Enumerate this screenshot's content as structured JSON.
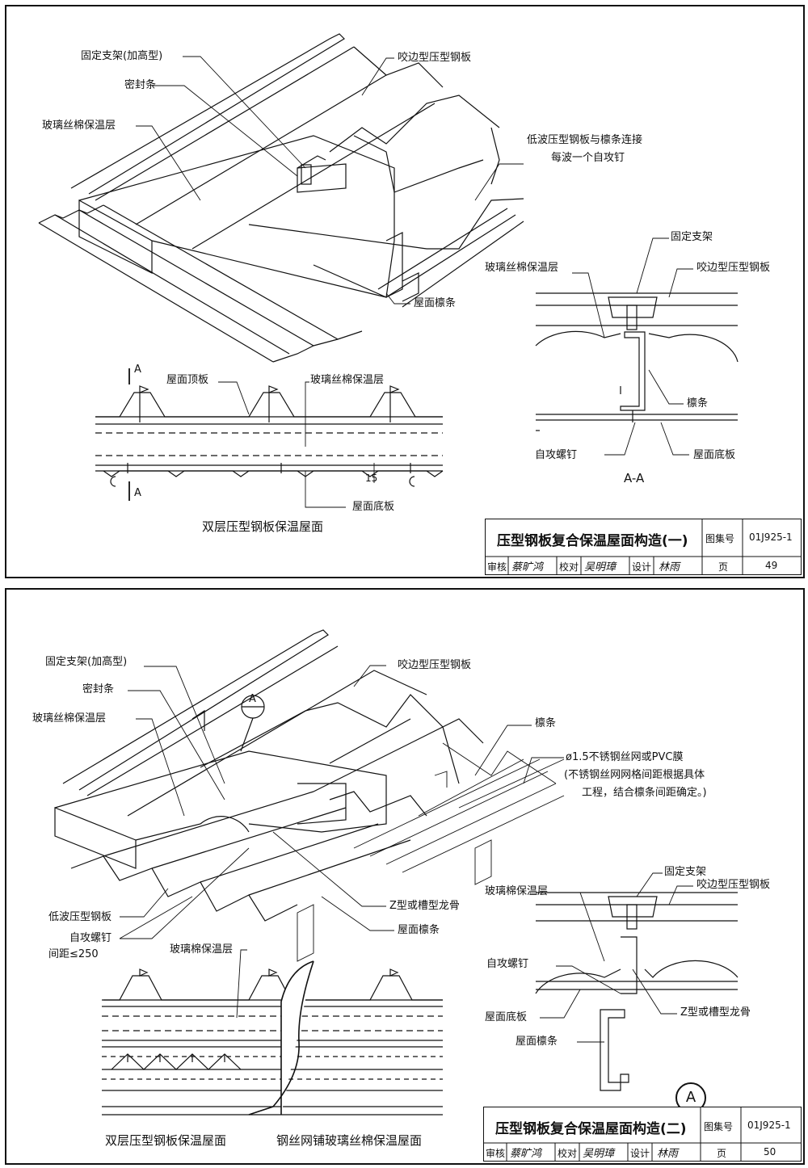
{
  "sheet1": {
    "labels": {
      "bracket_raised": "固定支架(加高型)",
      "seam_panel": "咬边型压型钢板",
      "seal_strip": "密封条",
      "glass_wool": "玻璃丝棉保温层",
      "low_wave_connect_1": "低波压型钢板与檩条连接",
      "low_wave_connect_2": "每波一个自攻钉",
      "purlin": "屋面檩条",
      "section_mark": "A",
      "roof_top_panel": "屋面顶板",
      "glass_wool_2": "玻璃丝棉保温层",
      "roof_bottom_panel": "屋面底板",
      "dim_15": "15",
      "aa_bracket": "固定支架",
      "aa_glass_wool": "玻璃丝棉保温层",
      "aa_seam_panel": "咬边型压型钢板",
      "aa_purlin": "檩条",
      "aa_screw": "自攻螺钉",
      "aa_bottom_panel": "屋面底板",
      "aa_caption": "A-A",
      "caption": "双层压型钢板保温屋面"
    },
    "title_block": {
      "title": "压型钢板复合保温屋面构造(一)",
      "atlas_label": "图集号",
      "atlas_no": "01J925-1",
      "review": "审核",
      "review_sig": "蔡旷鸿",
      "check": "校对",
      "check_sig": "吴明璋",
      "design": "设计",
      "design_sig": "林雨",
      "page_label": "页",
      "page_no": "49"
    }
  },
  "sheet2": {
    "labels": {
      "bracket_raised": "固定支架(加高型)",
      "seam_panel": "咬边型压型钢板",
      "seal_strip": "密封条",
      "glass_wool": "玻璃丝棉保温层",
      "detail_ref": "A",
      "purlin_top": "檩条",
      "mesh_1": "ø1.5不锈钢丝网或PVC膜",
      "mesh_2": "(不锈钢丝网网格间距根据具体",
      "mesh_3": "工程，结合檩条间距确定。)",
      "low_wave": "低波压型钢板",
      "z_channel": "Z型或槽型龙骨",
      "roof_purlin": "屋面檩条",
      "screw": "自攻螺钉",
      "screw_spacing": "间距≤250",
      "glass_wool_layer": "玻璃棉保温层",
      "d_bracket": "固定支架",
      "d_seam_panel": "咬边型压型钢板",
      "d_glass_wool": "玻璃棉保温层",
      "d_screw": "自攻螺钉",
      "d_bottom_panel": "屋面底板",
      "d_z_channel": "Z型或槽型龙骨",
      "d_purlin": "屋面檩条",
      "d_circle": "A",
      "caption_left": "双层压型钢板保温屋面",
      "caption_right": "钢丝网铺玻璃丝棉保温屋面"
    },
    "title_block": {
      "title": "压型钢板复合保温屋面构造(二)",
      "atlas_label": "图集号",
      "atlas_no": "01J925-1",
      "review": "审核",
      "review_sig": "蔡旷鸿",
      "check": "校对",
      "check_sig": "吴明璋",
      "design": "设计",
      "design_sig": "林雨",
      "page_label": "页",
      "page_no": "50"
    }
  }
}
